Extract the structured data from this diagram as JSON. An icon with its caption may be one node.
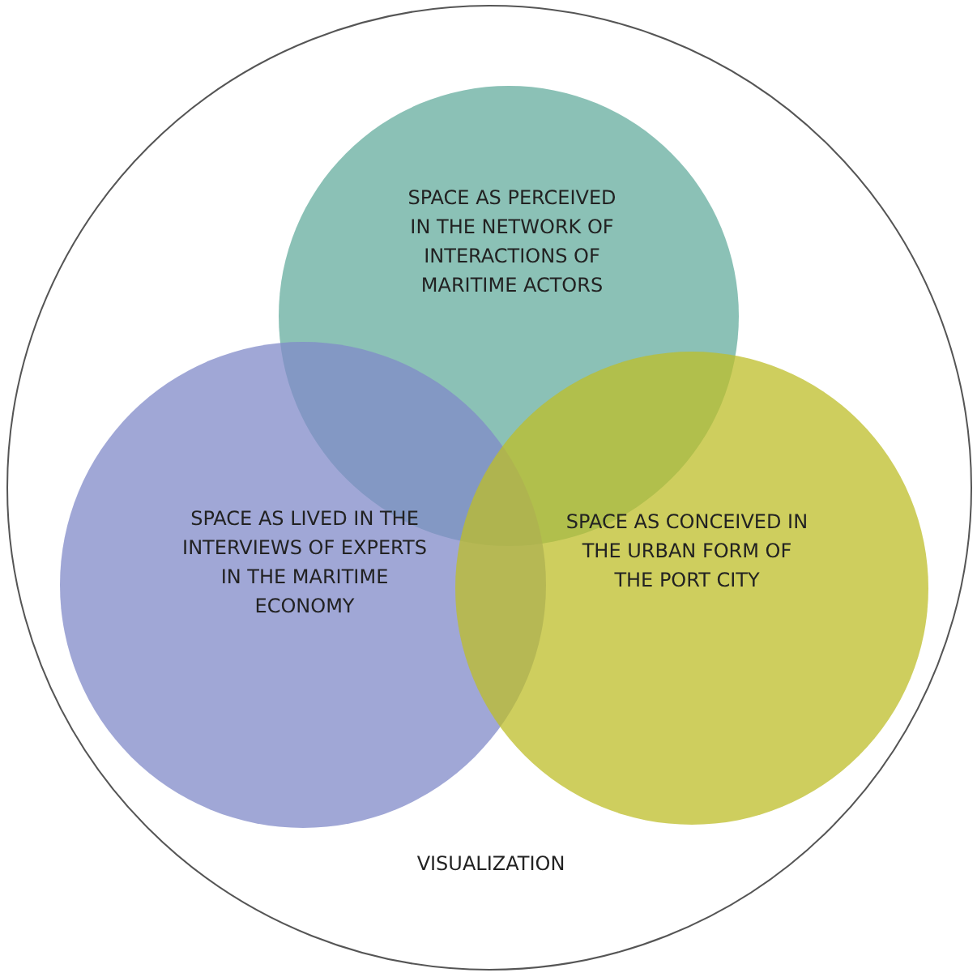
{
  "diagram": {
    "nodes": [
      {
        "text": [
          "VISUALIZATION"
        ]
      },
      {
        "text": [
          "SPACE AS PERCEIVED IN THE NETWORK OF INTERACTIONS OF MARITIME ACTORS"
        ],
        "in": 0
      },
      {
        "text": [
          "SPACE AS LIVED IN THE INTERVIEWS OF EXPERTS IN THE MARITIME ECONOMY"
        ],
        "in": 0
      },
      {
        "text": [
          "SPACE AS CONCEIVED IN THE URBAN FORM OF THE PORT CITY"
        ],
        "in": 0
      }
    ],
    "edges": []
  }
}
